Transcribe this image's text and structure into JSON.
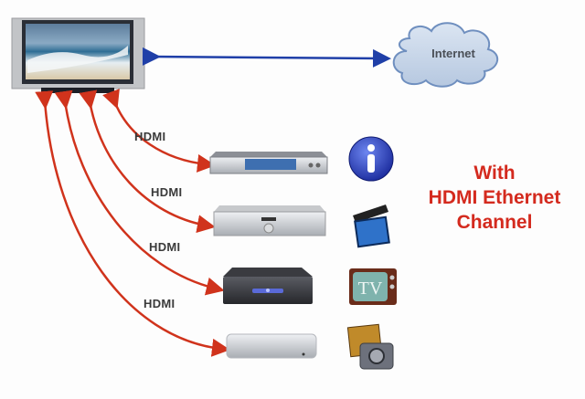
{
  "diagram": {
    "title_lines": [
      "With",
      "HDMI Ethernet",
      "Channel"
    ],
    "cloud": {
      "label": "Internet",
      "fill": "#c9d7ea",
      "stroke": "#6f8fbf"
    },
    "network_link": {
      "color": "#1f3fa8",
      "direction": "bidirectional",
      "from": "tv",
      "to": "internet"
    },
    "tv": {
      "name": "Flat panel TV",
      "screen_scene": "ocean wave beach"
    },
    "connections": [
      {
        "label": "HDMI",
        "device": "Blu-ray / DVD player",
        "icon": "info-icon"
      },
      {
        "label": "HDMI",
        "device": "Set-top box receiver",
        "icon": "clapperboard-icon"
      },
      {
        "label": "HDMI",
        "device": "Media player box",
        "icon": "tv-icon"
      },
      {
        "label": "HDMI",
        "device": "Apple TV",
        "icon": "photo-camera-icon"
      }
    ],
    "colors": {
      "hdmi_arrow": "#d0331c",
      "title_text": "#d42a1e",
      "label_text": "#3a3a3a"
    }
  }
}
